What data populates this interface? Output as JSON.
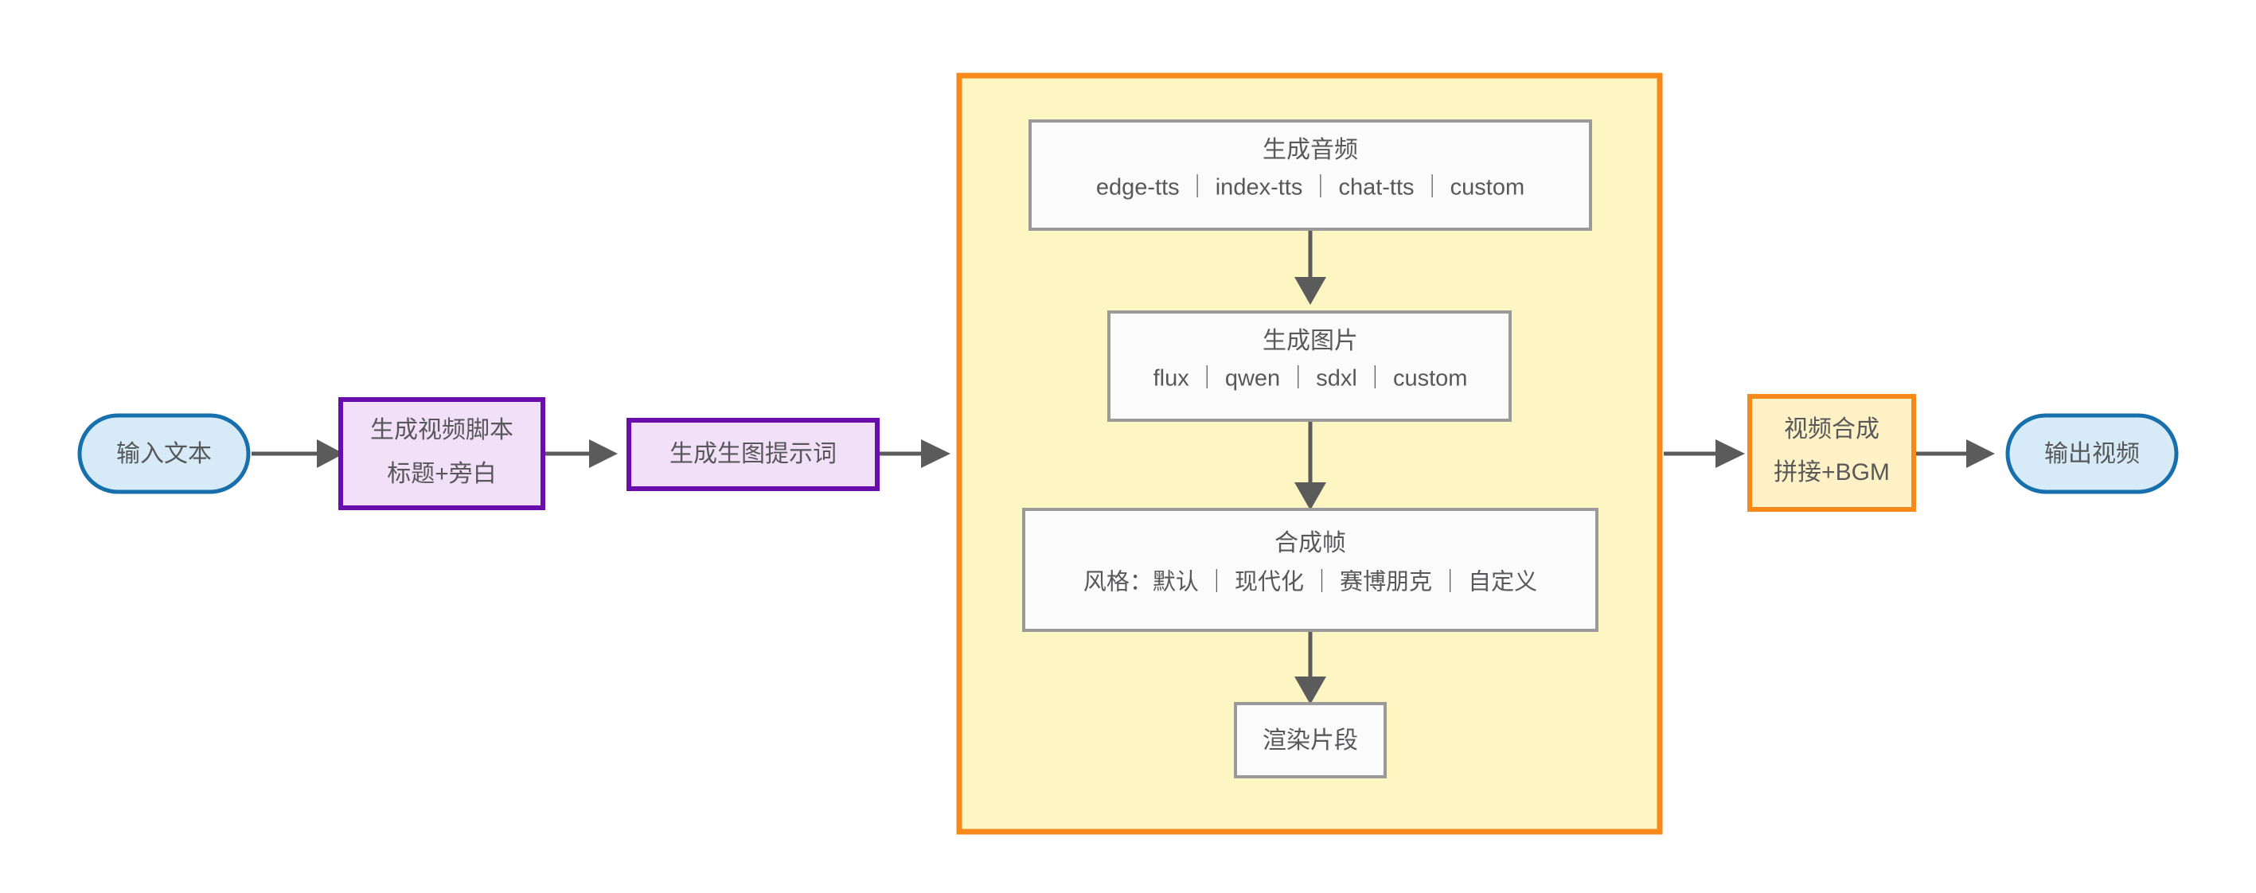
{
  "diagram": {
    "title": "AI video generation pipeline flowchart",
    "orientation": "left-to-right",
    "background": "#ffffff"
  },
  "palette": {
    "terminal_fill": "#d6ebf7",
    "terminal_stroke": "#176fac",
    "process_purple_fill": "#f1e0f7",
    "process_purple_stroke": "#6a0dad",
    "plain_fill": "#fbfbfb",
    "plain_stroke": "#9a9a9a",
    "orange_fill": "#fdf1c5",
    "orange_stroke": "#f7891a",
    "cluster_fill": "#fdf5c2",
    "edge_color": "#5b5b5b",
    "text_color": "#58585a"
  },
  "nodes": {
    "input_text": {
      "label": "输入文本",
      "shape": "stadium"
    },
    "script": {
      "line1": "生成视频脚本",
      "line2": "标题+旁白",
      "shape": "rect"
    },
    "prompt": {
      "label": "生成生图提示词",
      "shape": "rect"
    },
    "audio": {
      "line1": "生成音频",
      "line2": "edge-tts ｜ index-tts ｜ chat-tts ｜ custom",
      "shape": "rect"
    },
    "image": {
      "line1": "生成图片",
      "line2": "flux ｜ qwen ｜ sdxl ｜ custom",
      "shape": "rect"
    },
    "frame": {
      "line1": "合成帧",
      "line2": "风格：默认 ｜ 现代化 ｜ 赛博朋克 ｜ 自定义",
      "shape": "rect"
    },
    "render": {
      "label": "渲染片段",
      "shape": "rect"
    },
    "compose": {
      "line1": "视频合成",
      "line2": "拼接+BGM",
      "shape": "rect"
    },
    "output_video": {
      "label": "输出视频",
      "shape": "stadium"
    }
  },
  "cluster": {
    "name": "per-segment-loop"
  },
  "edges": [
    {
      "from": "input_text",
      "to": "script",
      "direction": "right"
    },
    {
      "from": "script",
      "to": "prompt",
      "direction": "right"
    },
    {
      "from": "prompt",
      "to": "cluster",
      "direction": "right"
    },
    {
      "from": "audio",
      "to": "image",
      "direction": "down"
    },
    {
      "from": "image",
      "to": "frame",
      "direction": "down"
    },
    {
      "from": "frame",
      "to": "render",
      "direction": "down"
    },
    {
      "from": "cluster",
      "to": "compose",
      "direction": "right"
    },
    {
      "from": "compose",
      "to": "output_video",
      "direction": "right"
    }
  ],
  "options": {
    "tts_engines": [
      "edge-tts",
      "index-tts",
      "chat-tts",
      "custom"
    ],
    "image_models": [
      "flux",
      "qwen",
      "sdxl",
      "custom"
    ],
    "frame_styles": [
      "默认",
      "现代化",
      "赛博朋克",
      "自定义"
    ]
  }
}
